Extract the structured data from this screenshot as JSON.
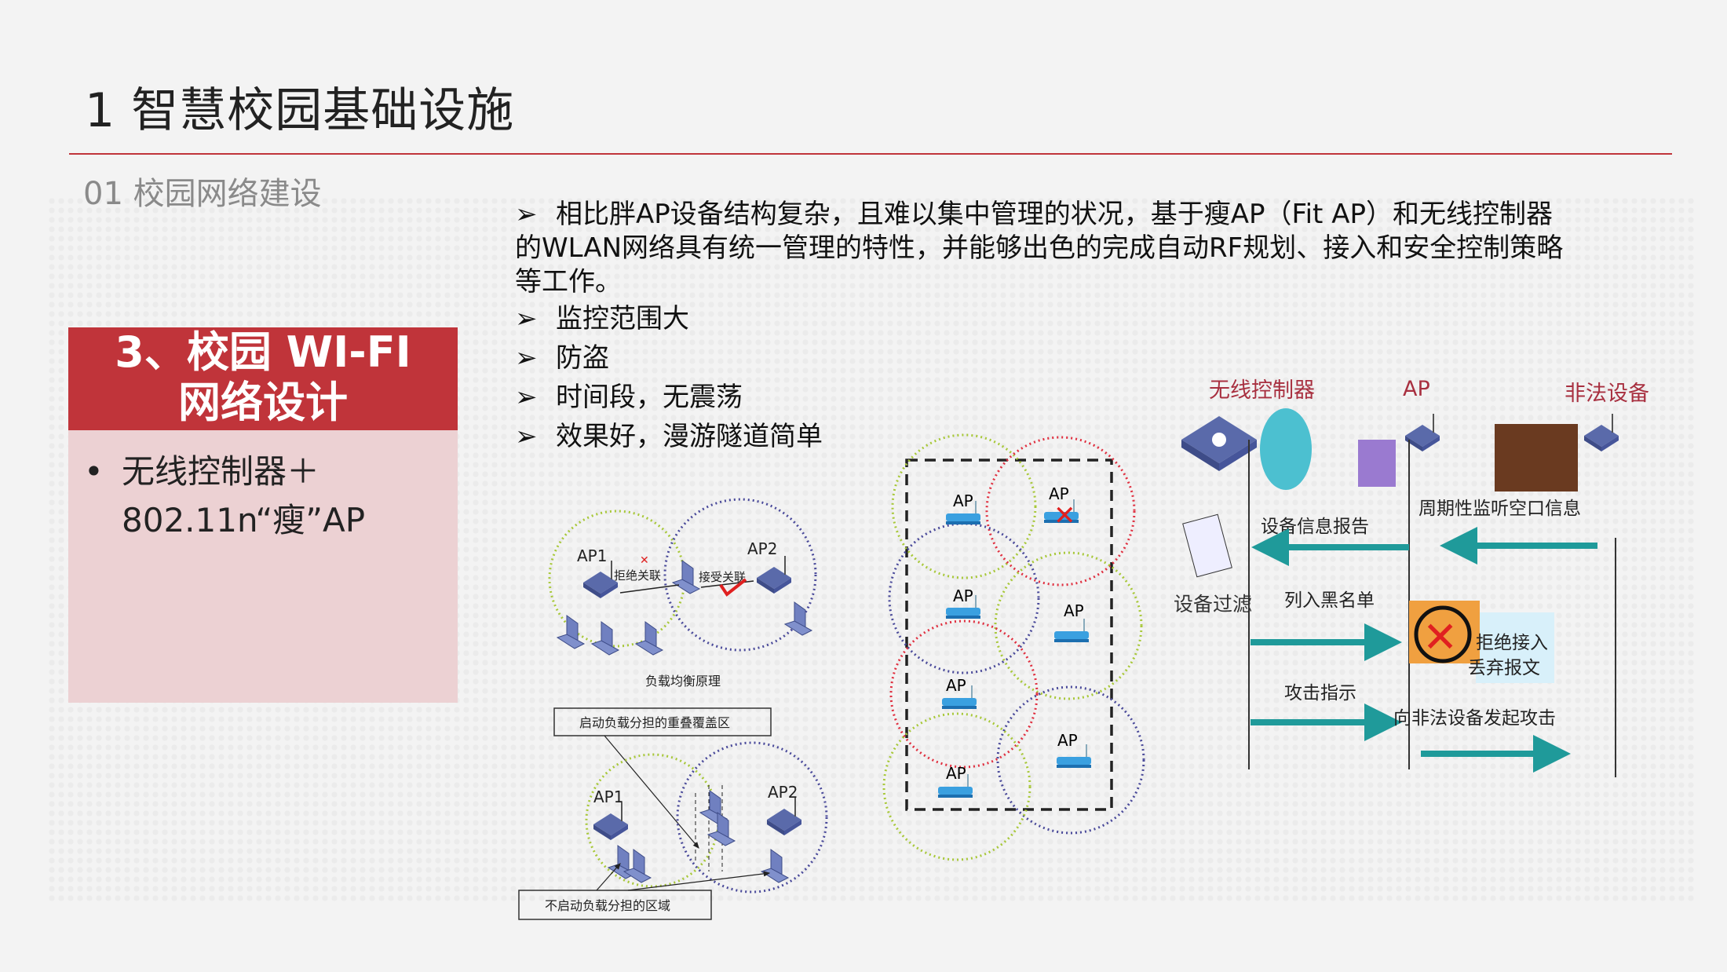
{
  "header": {
    "title": "1 智慧校园基础设施",
    "subtitle": "01 校园网络建设"
  },
  "sidebar": {
    "heading_line1": "3、校园 WI-FI",
    "heading_line2": "网络设计",
    "bullet": "•",
    "item_line1": "无线控制器＋",
    "item_line2": "802.11n“瘦”AP"
  },
  "main": {
    "arrow": "➢",
    "intro": "相比胖AP设备结构复杂，且难以集中管理的状况，基于瘦AP（Fit AP）和无线控制器的WLAN网络具有统一管理的特性，并能够出色的完成自动RF规划、接入和安全控制策略等工作。",
    "points": [
      "监控范围大",
      "防盗",
      "时间段，无震荡",
      "效果好，漫游隧道简单"
    ]
  },
  "diagram_load_balance": {
    "ap1": "AP1",
    "ap2": "AP2",
    "reject": "拒绝关联",
    "accept": "接受关联",
    "caption": "负载均衡原理",
    "overlap_box": "启动负载分担的重叠覆盖区",
    "nonoverlap_box": "不启动负载分担的区域"
  },
  "diagram_coverage": {
    "ap_label": "AP"
  },
  "diagram_security": {
    "controller": "无线控制器",
    "ap": "AP",
    "rogue": "非法设备",
    "listen": "周期性监听空口信息",
    "report": "设备信息报告",
    "filter": "设备过滤",
    "blacklist": "列入黑名单",
    "deny1": "拒绝接入",
    "deny2": "丢弃报文",
    "attack_cmd": "攻击指示",
    "attack": "向非法设备发起攻击"
  },
  "colors": {
    "accent": "#c0343a",
    "pink": "#ecd1d3",
    "arrow": "#1f9a9a",
    "green_circle": "#a8c83a",
    "blue_circle": "#4a4a9a",
    "red_circle": "#e03040"
  }
}
